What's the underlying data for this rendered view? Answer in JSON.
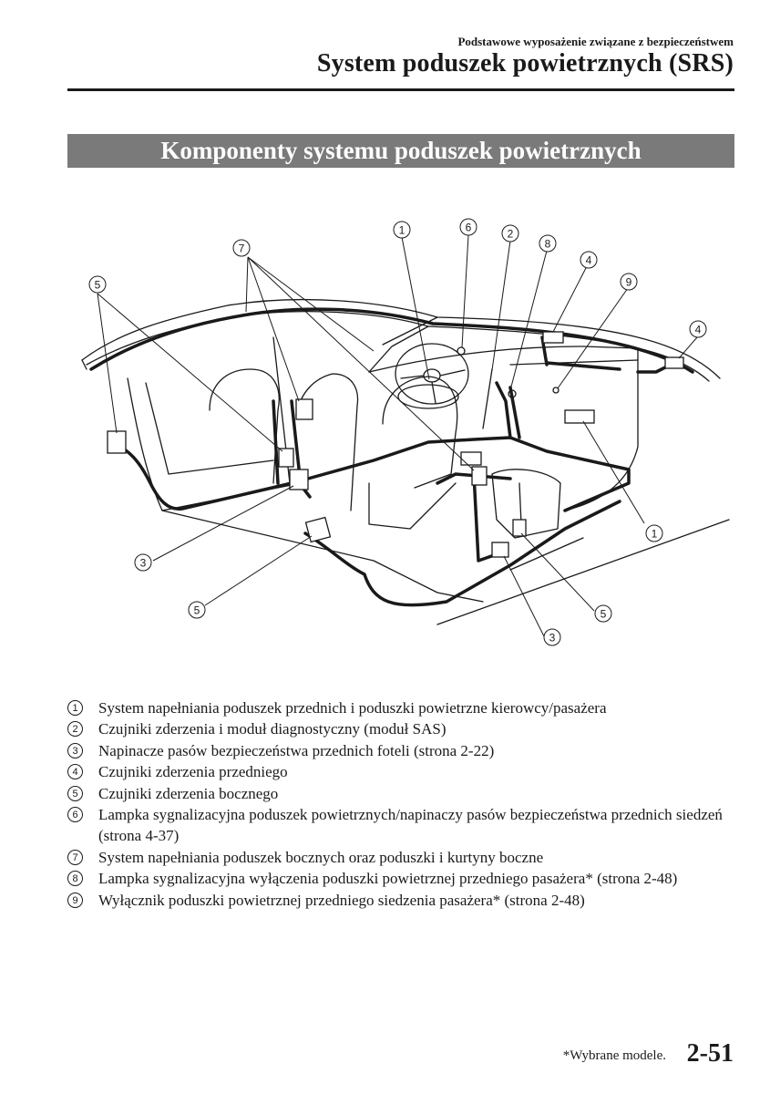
{
  "header": {
    "section": "Podstawowe wyposażenie związane z bezpieczeństwem",
    "title": "System poduszek powietrznych (SRS)"
  },
  "banner": "Komponenty systemu poduszek powietrznych",
  "diagram": {
    "callouts": [
      "1",
      "6",
      "2",
      "8",
      "4",
      "9",
      "4",
      "7",
      "5",
      "1",
      "3",
      "5",
      "5",
      "3"
    ]
  },
  "legend": [
    {
      "num": "1",
      "text": "System napełniania poduszek przednich i poduszki powietrzne kierowcy/pasażera"
    },
    {
      "num": "2",
      "text": "Czujniki zderzenia i moduł diagnostyczny (moduł SAS)"
    },
    {
      "num": "3",
      "text": "Napinacze pasów bezpieczeństwa przednich foteli (strona 2-22)"
    },
    {
      "num": "4",
      "text": "Czujniki zderzenia przedniego"
    },
    {
      "num": "5",
      "text": "Czujniki zderzenia bocznego"
    },
    {
      "num": "6",
      "text": "Lampka sygnalizacyjna poduszek powietrznych/napinaczy pasów bezpieczeństwa przednich siedzeń (strona 4-37)"
    },
    {
      "num": "7",
      "text": "System napełniania poduszek bocznych oraz poduszki i kurtyny boczne"
    },
    {
      "num": "8",
      "text": "Lampka sygnalizacyjna wyłączenia poduszki powietrznej przedniego pasażera* (strona 2-48)"
    },
    {
      "num": "9",
      "text": "Wyłącznik poduszki powietrznej przedniego siedzenia pasażera* (strona 2-48)"
    }
  ],
  "footer": {
    "footnote": "*Wybrane modele.",
    "page": "2-51"
  }
}
